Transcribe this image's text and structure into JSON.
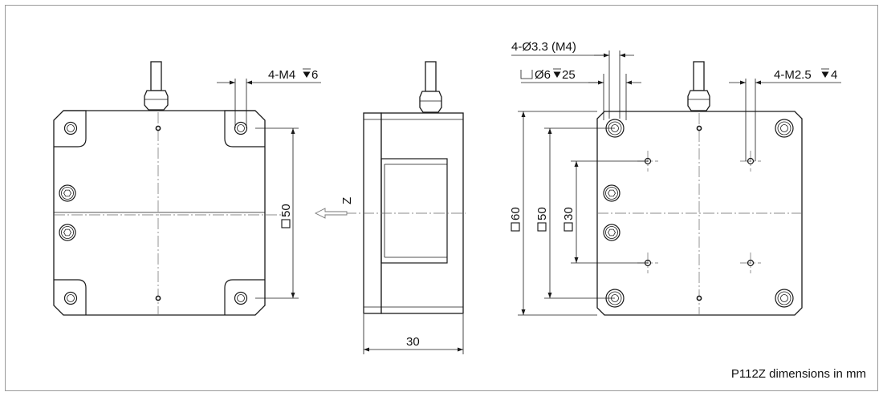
{
  "caption": "P112Z dimensions in mm",
  "front_view": {
    "hole_callout": "4-M4",
    "hole_depth": "6",
    "size_label": "50"
  },
  "side_view": {
    "axis_label": "Z",
    "width_label": "30"
  },
  "rear_view": {
    "hole_callout_1": "4-Ø3.3 (M4)",
    "counterbore": "Ø6",
    "counterbore_depth": "25",
    "hole_callout_2": "4-M2.5",
    "hole_depth_2": "4",
    "size_outer": "60",
    "size_mid": "50",
    "size_inner": "30"
  }
}
